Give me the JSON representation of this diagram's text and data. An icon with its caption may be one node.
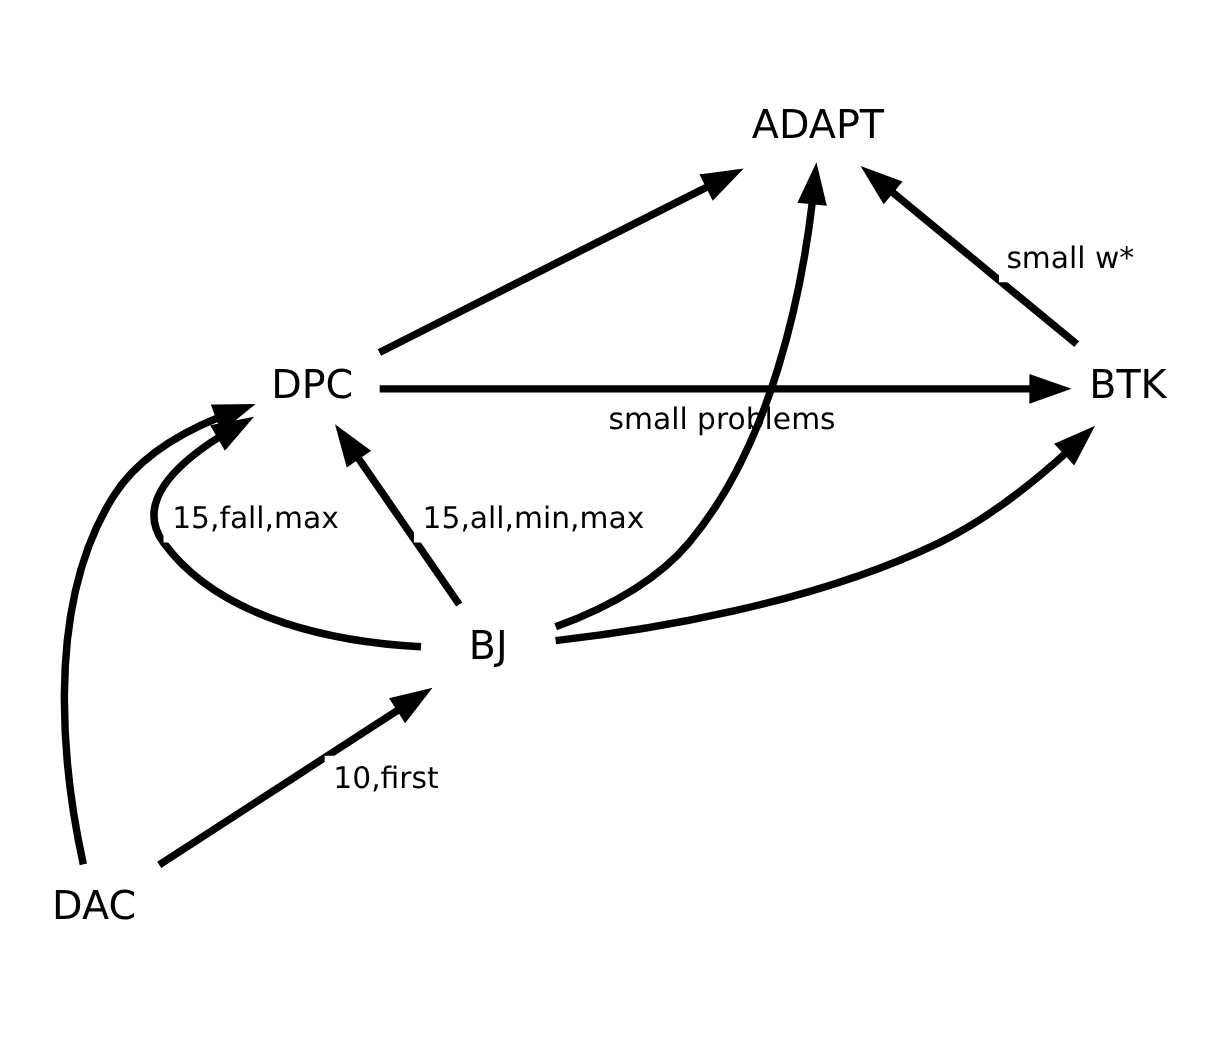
{
  "diagram": {
    "nodes": [
      {
        "text": [
          "ADAPT"
        ]
      },
      {
        "text": [
          "BTK"
        ]
      },
      {
        "text": [
          "DPC"
        ]
      },
      {
        "text": [
          "BJ"
        ]
      },
      {
        "text": [
          "DAC"
        ]
      }
    ],
    "edges": [
      {
        "from": 1,
        "to": 0,
        "arrow": "to",
        "label": "small w*"
      },
      {
        "from": 3,
        "to": 0,
        "arrow": "to"
      },
      {
        "from": 2,
        "to": 0,
        "arrow": "to"
      },
      {
        "from": 2,
        "to": 1,
        "arrow": "to",
        "label": "small problems"
      },
      {
        "from": 3,
        "to": 1,
        "arrow": "to"
      },
      {
        "from": 3,
        "to": 2,
        "arrow": "to",
        "label": "15,all,min,max"
      },
      {
        "from": 3,
        "to": 2,
        "arrow": "to",
        "label": "15,fall,max"
      },
      {
        "from": 4,
        "to": 3,
        "arrow": "to",
        "label": "10,first"
      },
      {
        "from": 4,
        "to": 2,
        "arrow": "to"
      }
    ]
  }
}
